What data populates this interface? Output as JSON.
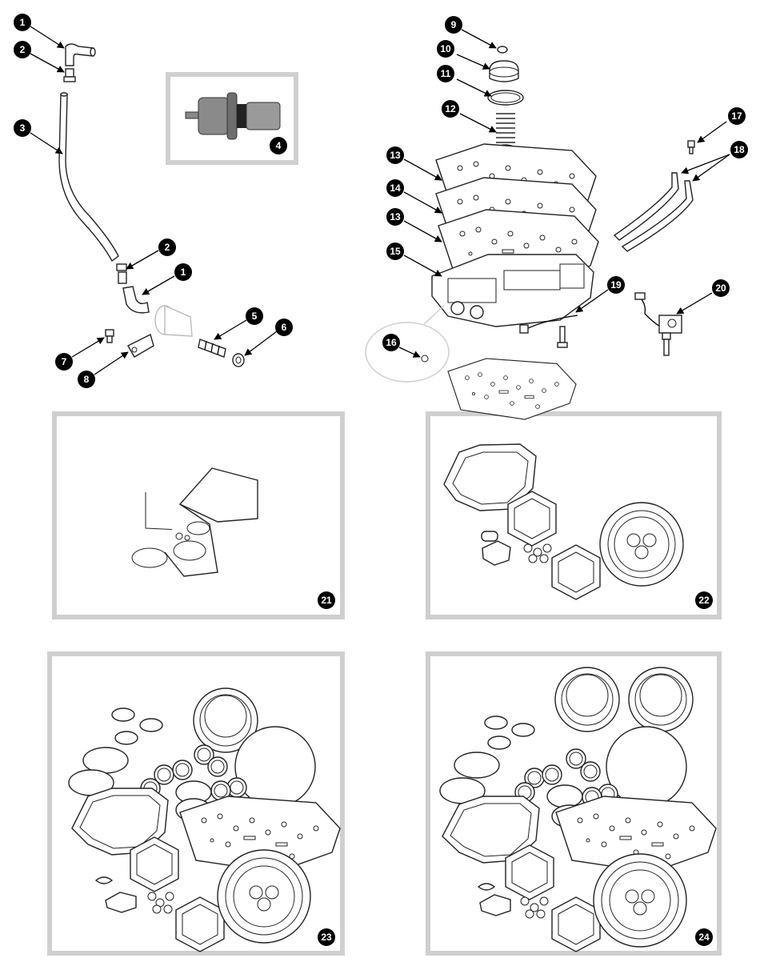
{
  "callouts": [
    {
      "id": "c1a",
      "label": "1"
    },
    {
      "id": "c2a",
      "label": "2"
    },
    {
      "id": "c3",
      "label": "3"
    },
    {
      "id": "c4",
      "label": "4"
    },
    {
      "id": "c2b",
      "label": "2"
    },
    {
      "id": "c1b",
      "label": "1"
    },
    {
      "id": "c5",
      "label": "5"
    },
    {
      "id": "c6",
      "label": "6"
    },
    {
      "id": "c7",
      "label": "7"
    },
    {
      "id": "c8",
      "label": "8"
    },
    {
      "id": "c9",
      "label": "9"
    },
    {
      "id": "c10",
      "label": "10"
    },
    {
      "id": "c11",
      "label": "11"
    },
    {
      "id": "c12",
      "label": "12"
    },
    {
      "id": "c13a",
      "label": "13"
    },
    {
      "id": "c14",
      "label": "14"
    },
    {
      "id": "c13b",
      "label": "13"
    },
    {
      "id": "c15",
      "label": "15"
    },
    {
      "id": "c16",
      "label": "16"
    },
    {
      "id": "c17",
      "label": "17"
    },
    {
      "id": "c18",
      "label": "18"
    },
    {
      "id": "c19",
      "label": "19"
    },
    {
      "id": "c20",
      "label": "20"
    },
    {
      "id": "c21",
      "label": "21"
    },
    {
      "id": "c22",
      "label": "22"
    },
    {
      "id": "c23",
      "label": "23"
    },
    {
      "id": "c24",
      "label": "24"
    }
  ]
}
